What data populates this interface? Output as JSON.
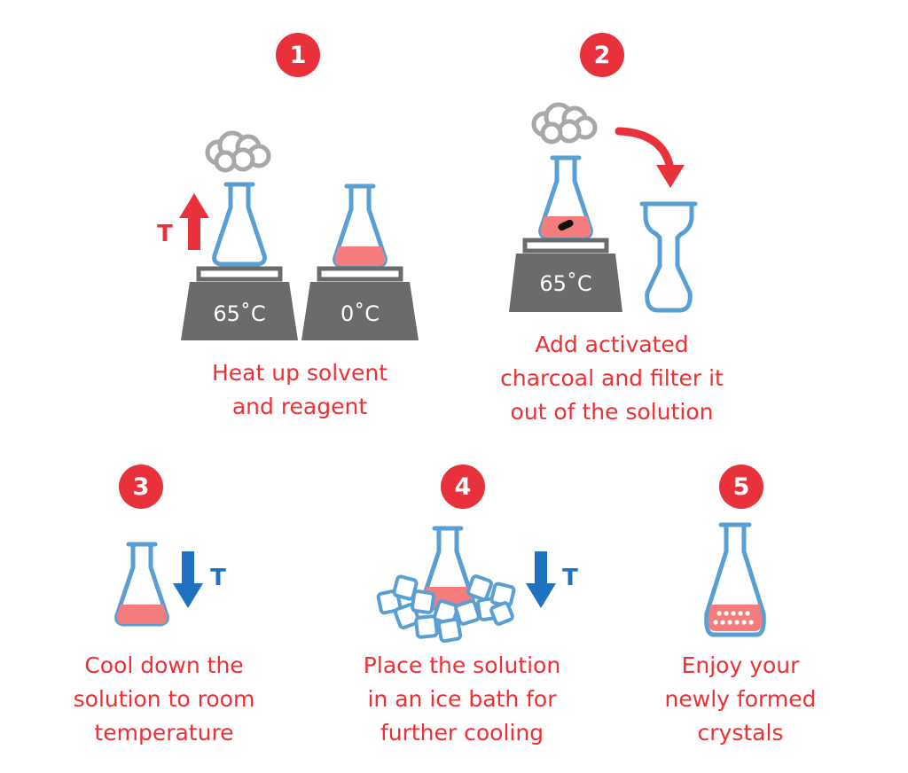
{
  "colors": {
    "badge": "#e8313b",
    "caption": "#ee2f36",
    "flask_outline": "#5a9fd4",
    "flask_fill": "#ffffff",
    "liquid": "#f47c7c",
    "hotplate": "#6b6b6b",
    "steam": "#a8a8a8",
    "arrow_up": "#e8313b",
    "arrow_down": "#1f72c0",
    "ice": "#5a9fd4"
  },
  "icons": {
    "steam": "cloud-icon",
    "hotplate": "hotplate-icon",
    "flask": "erlenmeyer-flask-icon",
    "funnel": "filter-funnel-icon",
    "ice": "ice-cube-icon",
    "temp_up": "arrow-up-icon",
    "temp_down": "arrow-down-icon",
    "charcoal": "charcoal-piece-icon",
    "crystals": "crystals-icon"
  },
  "steps": [
    {
      "number": "1",
      "caption": "Heat up solvent\nand reagent",
      "temp_symbol": "T",
      "hotplates": [
        "65˚C",
        "0˚C"
      ]
    },
    {
      "number": "2",
      "caption": "Add activated\ncharcoal and filter it\nout of the solution",
      "hotplates": [
        "65˚C"
      ]
    },
    {
      "number": "3",
      "caption": "Cool down the\nsolution to room\ntemperature",
      "temp_symbol": "T"
    },
    {
      "number": "4",
      "caption": "Place the solution\nin an ice bath for\nfurther cooling",
      "temp_symbol": "T"
    },
    {
      "number": "5",
      "caption": "Enjoy your\nnewly formed\ncrystals"
    }
  ]
}
